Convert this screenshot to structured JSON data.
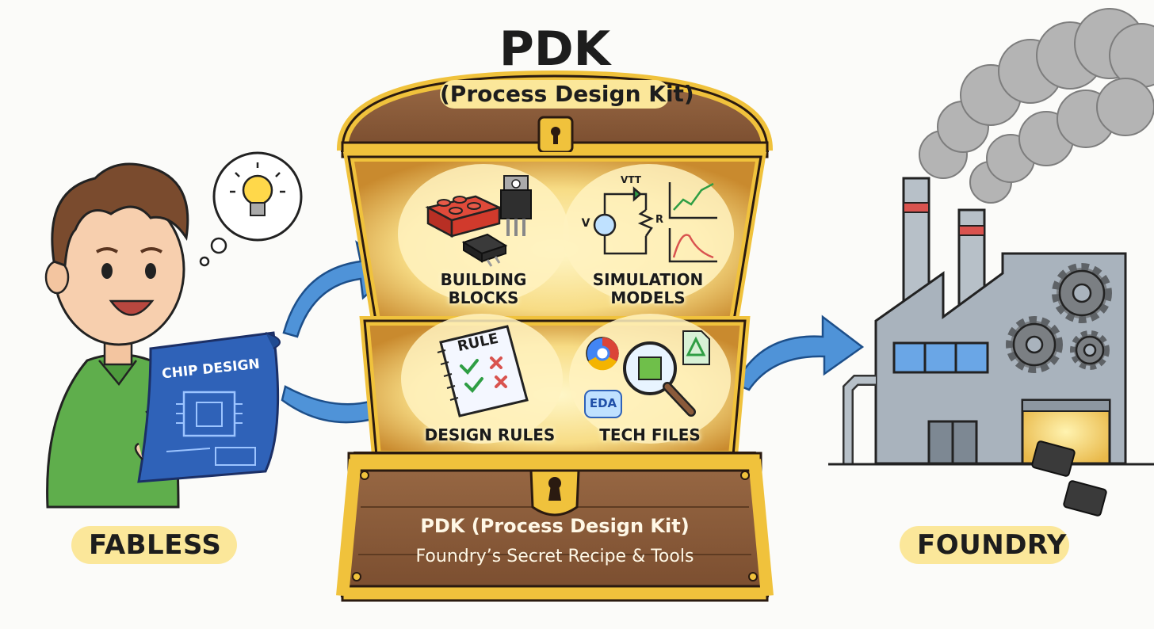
{
  "title": "PDK",
  "subtitle": "(Process Design Kit)",
  "left_label": "FABLESS",
  "right_label": "FOUNDRY",
  "blueprint_label": "CHIP DESIGN",
  "chest_plaque": {
    "line1": "PDK (Process Design Kit)",
    "line2": "Foundry’s Secret Recipe & Tools"
  },
  "compartments": [
    {
      "label_line1": "BUILDING",
      "label_line2": "BLOCKS"
    },
    {
      "label_line1": "SIMULATION",
      "label_line2": "MODELS"
    },
    {
      "label_line1": "DESIGN RULES",
      "label_line2": ""
    },
    {
      "label_line1": "TECH FILES",
      "label_line2": ""
    }
  ],
  "rulebook_label": "RULE",
  "circuit_labels": {
    "source": "V",
    "top": "VTT",
    "resistor": "R"
  },
  "tool_badge": "EDA",
  "colors": {
    "chest_wood": "#8a5a3a",
    "chest_gold": "#f0c23c",
    "pill_bg": "#fbe79a",
    "arrow_blue": "#4f93d8",
    "factory_gray": "#a9b3bd",
    "blueprint_blue": "#2f62b8",
    "shirt_green": "#5fae4c",
    "stripe_red": "#d9534f"
  }
}
